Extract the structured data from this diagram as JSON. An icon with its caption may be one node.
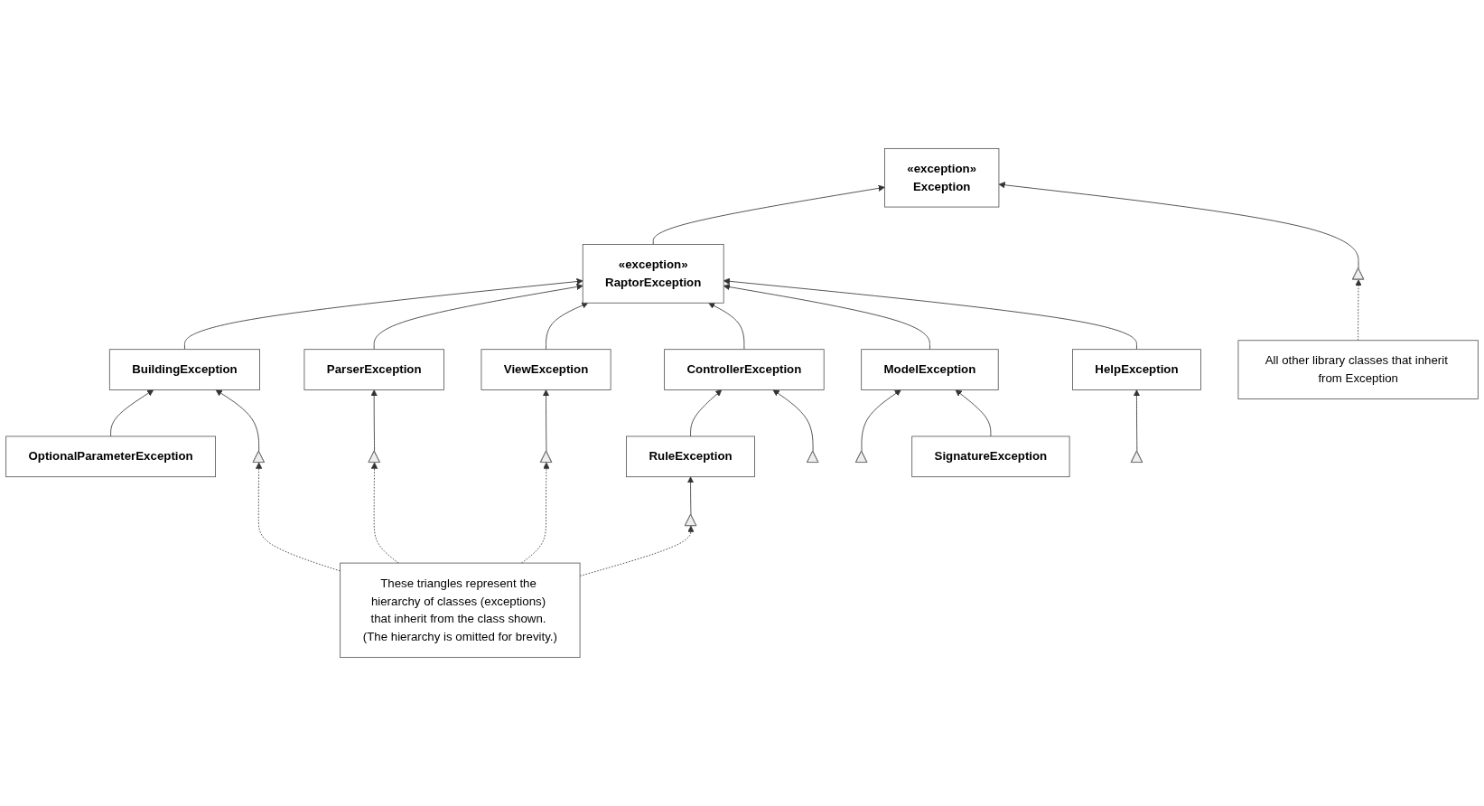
{
  "diagram": {
    "nodes": [
      {
        "text": [
          "«exception»",
          "Exception"
        ]
      },
      {
        "text": [
          "All other library classes that inherit from Exception"
        ]
      },
      {
        "text": [
          "«exception»",
          "RaptorException"
        ]
      },
      {
        "text": [],
        "shape": "triangle"
      },
      {
        "text": [
          "BuildingException"
        ]
      },
      {
        "text": [
          "ParserException"
        ]
      },
      {
        "text": [
          "ViewException"
        ]
      },
      {
        "text": [
          "ControllerException"
        ]
      },
      {
        "text": [
          "ModelException"
        ]
      },
      {
        "text": [
          "HelpException"
        ]
      },
      {
        "text": [
          "OptionalParameterException"
        ]
      },
      {
        "text": [],
        "shape": "triangle"
      },
      {
        "text": [],
        "shape": "triangle"
      },
      {
        "text": [],
        "shape": "triangle"
      },
      {
        "text": [
          "RuleException"
        ]
      },
      {
        "text": [],
        "shape": "triangle"
      },
      {
        "text": [],
        "shape": "triangle"
      },
      {
        "text": [
          "SignatureException"
        ]
      },
      {
        "text": [],
        "shape": "triangle"
      },
      {
        "text": [
          "These triangles represent the hierarchy of classes (exceptions) that inherit from the class shown. (The hierarchy is omitted for brevity.)"
        ]
      },
      {
        "text": [],
        "shape": "triangle"
      }
    ],
    "edges": [
      {
        "from": 2,
        "to": 0,
        "arrow": "to"
      },
      {
        "from": 3,
        "to": 0,
        "arrow": "to"
      },
      {
        "from": 1,
        "to": 3,
        "arrow": "to",
        "style": "dashed"
      },
      {
        "from": 4,
        "to": 2,
        "arrow": "to"
      },
      {
        "from": 5,
        "to": 2,
        "arrow": "to"
      },
      {
        "from": 6,
        "to": 2,
        "arrow": "to"
      },
      {
        "from": 7,
        "to": 2,
        "arrow": "to"
      },
      {
        "from": 8,
        "to": 2,
        "arrow": "to"
      },
      {
        "from": 9,
        "to": 2,
        "arrow": "to"
      },
      {
        "from": 10,
        "to": 4,
        "arrow": "to"
      },
      {
        "from": 11,
        "to": 4,
        "arrow": "to"
      },
      {
        "from": 12,
        "to": 5,
        "arrow": "to"
      },
      {
        "from": 13,
        "to": 6,
        "arrow": "to"
      },
      {
        "from": 14,
        "to": 7,
        "arrow": "to"
      },
      {
        "from": 15,
        "to": 7,
        "arrow": "to"
      },
      {
        "from": 16,
        "to": 8,
        "arrow": "to"
      },
      {
        "from": 17,
        "to": 8,
        "arrow": "to"
      },
      {
        "from": 18,
        "to": 9,
        "arrow": "to"
      },
      {
        "from": 20,
        "to": 14,
        "arrow": "to"
      },
      {
        "from": 19,
        "to": 11,
        "arrow": "to",
        "style": "dashed"
      },
      {
        "from": 19,
        "to": 12,
        "arrow": "to",
        "style": "dashed"
      },
      {
        "from": 19,
        "to": 13,
        "arrow": "to",
        "style": "dashed"
      },
      {
        "from": 19,
        "to": 20,
        "arrow": "to",
        "style": "dashed"
      }
    ]
  }
}
